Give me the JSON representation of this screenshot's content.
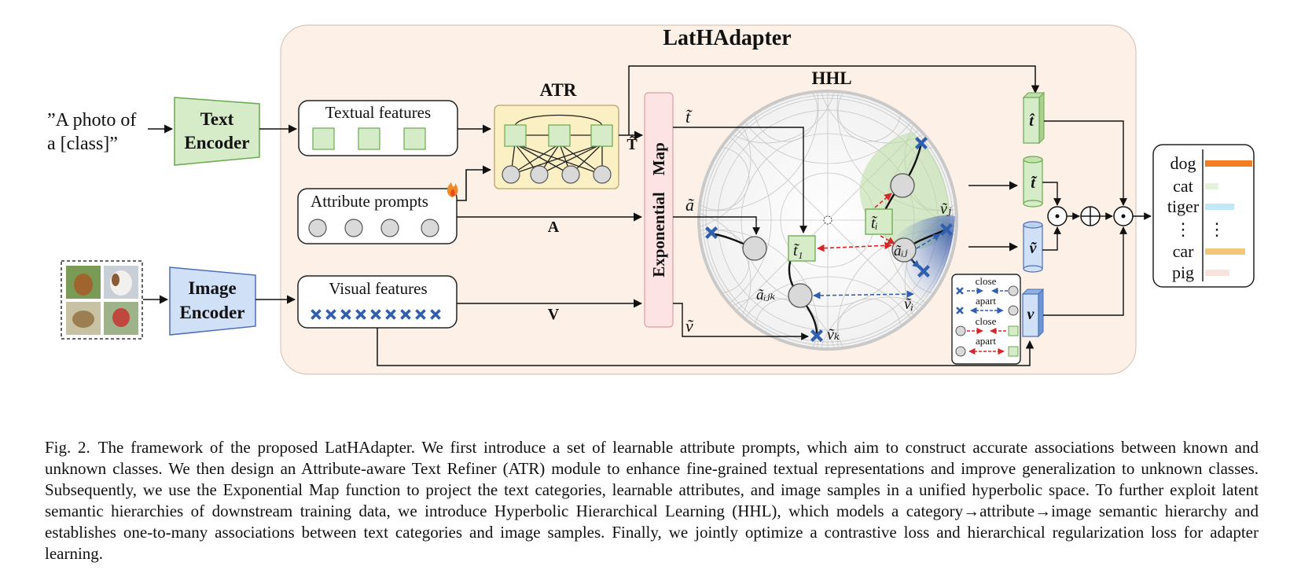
{
  "diagram": {
    "title": "LatHAdapter",
    "input_text_line1": "”A photo of",
    "input_text_line2": "a [class]”",
    "text_encoder_line1": "Text",
    "text_encoder_line2": "Encoder",
    "image_encoder_line1": "Image",
    "image_encoder_line2": "Encoder",
    "textual_features": "Textual features",
    "attribute_prompts": "Attribute prompts",
    "visual_features": "Visual features",
    "atr_label": "ATR",
    "hhl_label": "HHL",
    "exp_map_label": "Exponential    Map",
    "T_hat": "T̂",
    "A_label": "A",
    "V_label": "V",
    "t_tilde": "t̃",
    "a_tilde": "ã",
    "v_tilde": "ṽ",
    "t1_tilde": "t̃₁",
    "ti_tilde": "t̃ᵢ",
    "aij_tilde": "ãᵢⱼ",
    "aijk_tilde": "ãᵢⱼₖ",
    "vj_tilde": "ṽⱼ",
    "vi_tilde": "ṽᵢ",
    "vk_tilde": "ṽₖ",
    "out_t_hat": "t̂",
    "out_t_tilde": "t̃",
    "out_v_tilde": "ṽ",
    "out_v": "v",
    "odot": "⊙",
    "oplus": "⊕",
    "legend_close1": "close",
    "legend_apart1": "apart",
    "legend_close2": "close",
    "legend_apart2": "apart",
    "fire_icon": "fire-icon",
    "colors": {
      "panel_bg": "#fdf0e6",
      "green": "#d6ecc9",
      "green_stroke": "#6aa84f",
      "blue": "#cfe0f7",
      "blue_stroke": "#4a6fb5",
      "atr_bg": "#fbefc4",
      "exp_bg": "#fde3e3",
      "red_arrow": "#d62728",
      "blue_arrow": "#2f5fae"
    }
  },
  "classes": [
    {
      "name": "dog",
      "score": 1.0,
      "color": "#f07f24"
    },
    {
      "name": "cat",
      "score": 0.28,
      "color": "#e3f2d9"
    },
    {
      "name": "tiger",
      "score": 0.62,
      "color": "#bfeaf5"
    },
    {
      "name": "⋮",
      "score": 0,
      "color": "#ffffff",
      "extra": "⋮"
    },
    {
      "name": "car",
      "score": 0.85,
      "color": "#f4c77a"
    },
    {
      "name": "pig",
      "score": 0.52,
      "color": "#f8e4dc"
    }
  ],
  "caption": {
    "label": "Fig. 2.",
    "text": "The framework of the proposed LatHAdapter. We first introduce a set of learnable attribute prompts, which aim to construct accurate associations between known and unknown classes. We then design an Attribute-aware Text Refiner (ATR) module to enhance fine-grained textual representations and improve generalization to unknown classes. Subsequently, we use the Exponential Map function to project the text categories, learnable attributes, and image samples in a unified hyperbolic space. To further exploit latent semantic hierarchies of downstream training data, we introduce Hyperbolic Hierarchical Learning (HHL), which models a category→attribute→image semantic hierarchy and establishes one-to-many associations between text categories and image samples. Finally, we jointly optimize a contrastive loss and hierarchical regularization loss for adapter learning."
  }
}
